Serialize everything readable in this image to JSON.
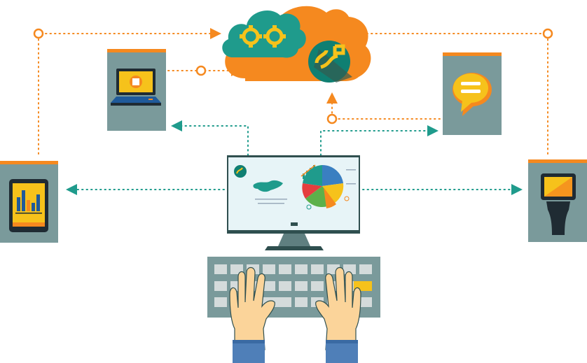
{
  "colors": {
    "teal": "#1f9b8c",
    "teal_dark": "#0f7f72",
    "orange": "#f5891f",
    "orange_dark": "#e8781a",
    "yellow": "#f6c21b",
    "slate": "#7a9a9b",
    "slate_dark": "#5f7f80",
    "screen": "#e7f4f7",
    "skin": "#fbd49a",
    "sleeve": "#4f7fb8"
  },
  "icons": {
    "cloud": "cloud-icon",
    "gears": "gears-icon",
    "logo": "brand-logo-icon",
    "laptop": "laptop-icon",
    "tablet": "tablet-chart-icon",
    "chat": "chat-bubble-icon",
    "kiosk": "kiosk-icon",
    "monitor": "monitor-icon",
    "keyboard": "keyboard-icon",
    "hands": "typing-hands-icon"
  },
  "connectors": [
    {
      "from": "tablet",
      "to": "cloud",
      "style": "dotted-orange",
      "arrow": "to-cloud"
    },
    {
      "from": "laptop",
      "to": "cloud",
      "style": "dotted-orange",
      "arrow": "to-cloud"
    },
    {
      "from": "kiosk",
      "to": "cloud",
      "style": "dotted-orange",
      "arrow": "to-cloud"
    },
    {
      "from": "chat",
      "to": "cloud",
      "style": "dotted-orange",
      "arrow": "to-cloud"
    },
    {
      "from": "monitor",
      "to": "laptop",
      "style": "dotted-teal",
      "arrow": "to-laptop"
    },
    {
      "from": "monitor",
      "to": "chat",
      "style": "dotted-teal",
      "arrow": "to-chat"
    },
    {
      "from": "monitor",
      "to": "tablet",
      "style": "dotted-teal",
      "arrow": "to-tablet"
    },
    {
      "from": "monitor",
      "to": "kiosk",
      "style": "dotted-teal",
      "arrow": "to-kiosk"
    }
  ]
}
